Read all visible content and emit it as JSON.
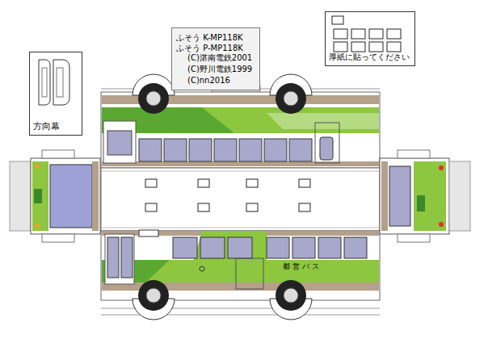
{
  "diagram": {
    "nodes": [
      {
        "text": [
          "ふそう K-MP118K",
          "ふそう P-MP118K"
        ]
      },
      {
        "text": [
          "方向幕"
        ]
      },
      {
        "text": [
          "厚紙に貼ってください"
        ]
      }
    ],
    "labels": [
      "(C)湛南電鉄2001",
      "(C)野川電鉄1999",
      "(C)nn2016",
      "都 営 バ ス"
    ]
  }
}
